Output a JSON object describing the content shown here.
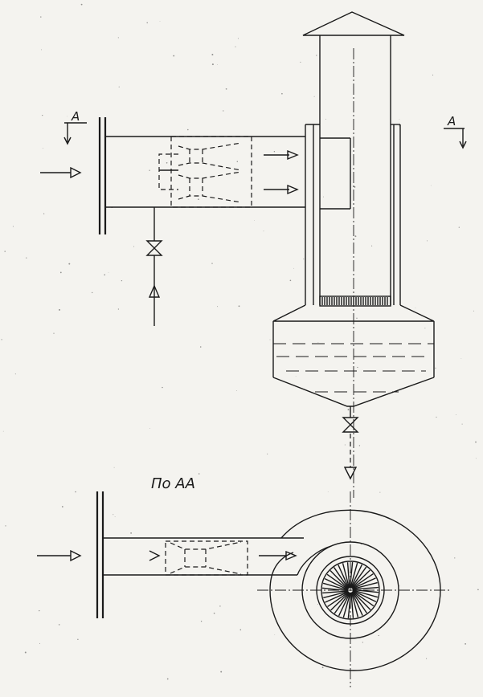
{
  "labels": {
    "section_mark_left": "A",
    "section_mark_right": "A",
    "section_view_title": "По АА"
  },
  "colors": {
    "ink": "#1a1a1a",
    "paper": "#f4f3ef"
  },
  "flow_arrows": {
    "inlet_top": "arrow-right-icon",
    "inlet_bottom": "arrow-right-icon",
    "water_supply": "arrow-up-icon",
    "drain": "arrow-down-icon"
  }
}
